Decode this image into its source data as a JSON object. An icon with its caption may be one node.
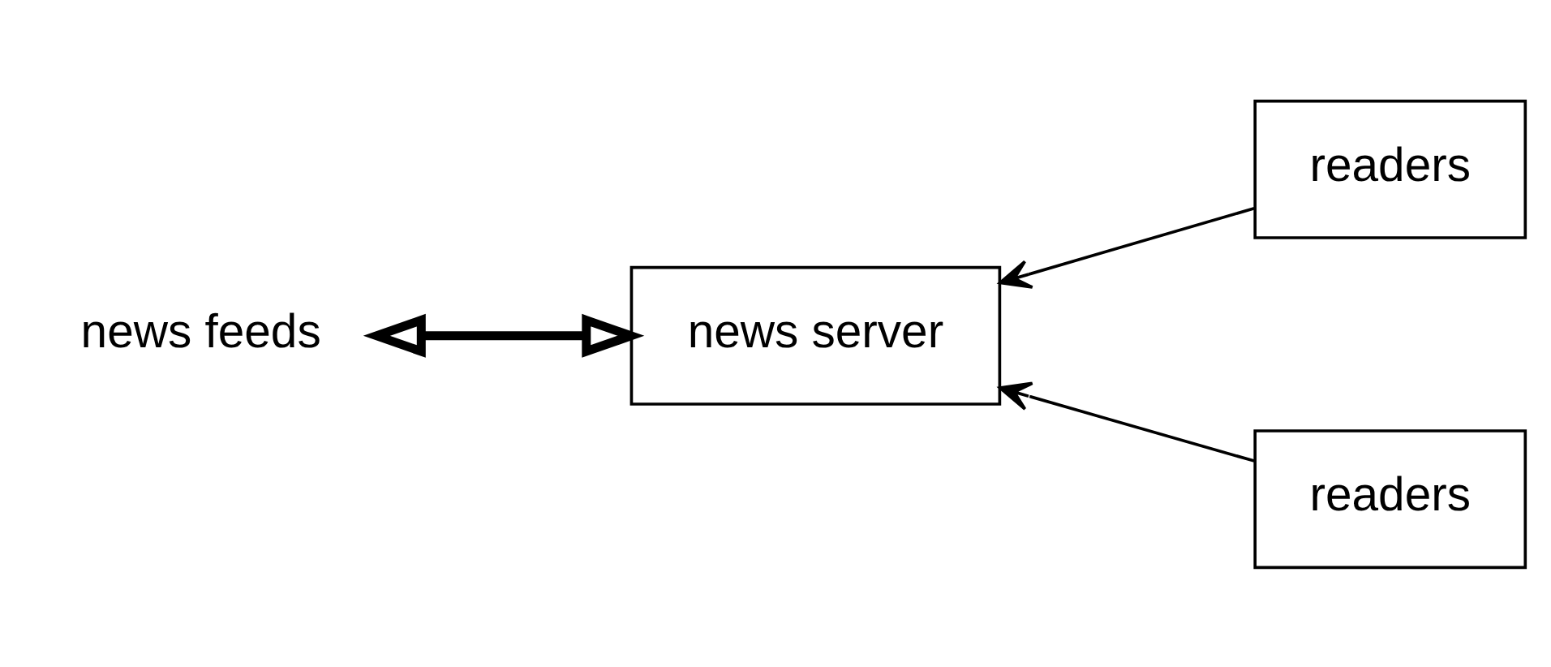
{
  "diagram": {
    "nodes": [
      {
        "text": [
          "news feeds"
        ]
      },
      {
        "text": [
          "news server"
        ]
      },
      {
        "text": [
          "readers"
        ]
      },
      {
        "text": [
          "readers"
        ]
      }
    ],
    "edges": [
      {
        "from": 0,
        "to": 1,
        "arrow": "both",
        "style": "thick"
      },
      {
        "from": 2,
        "to": 1,
        "arrow": "to"
      },
      {
        "from": 3,
        "to": 1,
        "arrow": "to"
      }
    ]
  }
}
